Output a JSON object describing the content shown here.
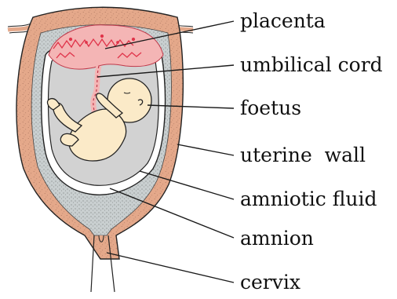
{
  "diagram": {
    "labels": {
      "placenta": "placenta",
      "umbilical_cord": "umbilical cord",
      "foetus": "foetus",
      "uterine_wall": "uterine  wall",
      "amniotic_fluid": "amniotic fluid",
      "amnion": "amnion",
      "cervix": "cervix"
    },
    "colors": {
      "uterine_wall": "#e4a88a",
      "inner_lining": "#c9cfd0",
      "amniotic_fluid": "#d2d2d2",
      "placenta": "#f4b5b5",
      "placenta_vessels": "#e0344a",
      "foetus": "#fbeac8",
      "outline": "#222222"
    }
  }
}
